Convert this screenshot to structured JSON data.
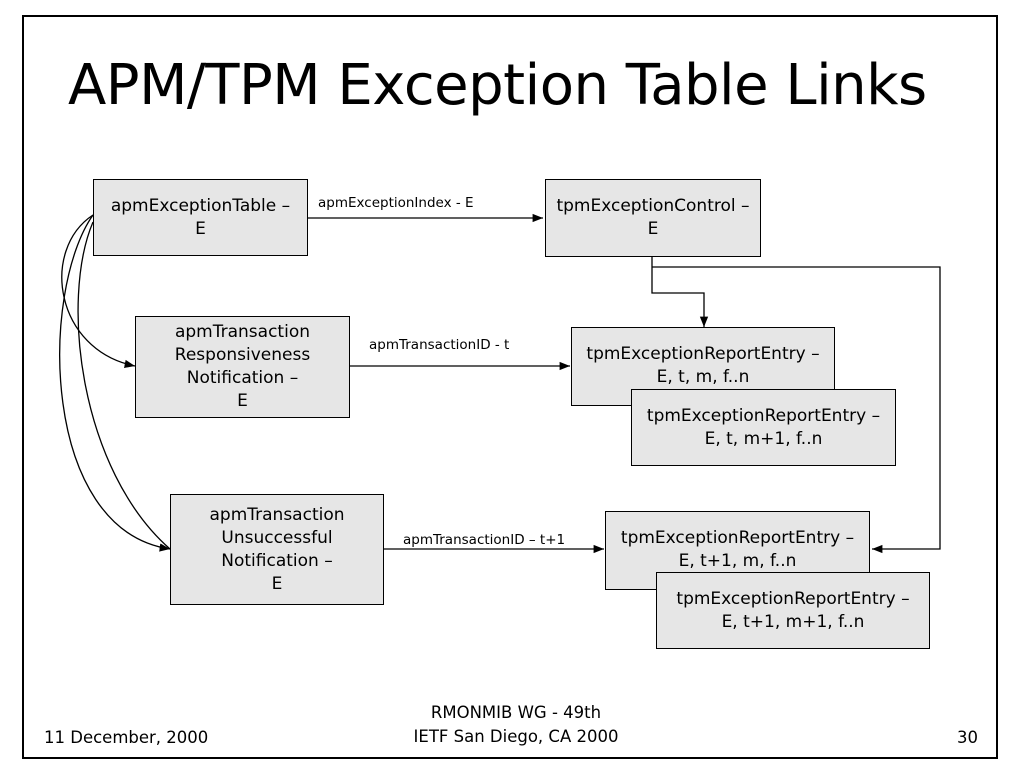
{
  "slide": {
    "title": "APM/TPM Exception Table Links",
    "footer_left": "11 December, 2000",
    "footer_center_line1": "RMONMIB WG - 49th",
    "footer_center_line2": "IETF San Diego, CA 2000",
    "page_number": "30"
  },
  "diagram": {
    "boxes": {
      "apm_exception_table": [
        "apmExceptionTable –",
        "E"
      ],
      "tpm_exception_control": [
        "tpmExceptionControl –",
        "E"
      ],
      "apm_responsiveness": [
        "apmTransaction",
        "Responsiveness",
        "Notification –",
        "E"
      ],
      "tpm_report_entry_1": [
        "tpmExceptionReportEntry –",
        "E, t, m, f..n"
      ],
      "tpm_report_entry_2": [
        "tpmExceptionReportEntry –",
        "E, t, m+1, f..n"
      ],
      "apm_unsuccessful": [
        "apmTransaction",
        "Unsuccessful",
        "Notification –",
        "E"
      ],
      "tpm_report_entry_3": [
        "tpmExceptionReportEntry –",
        "E, t+1, m, f..n"
      ],
      "tpm_report_entry_4": [
        "tpmExceptionReportEntry –",
        "E, t+1, m+1, f..n"
      ]
    },
    "edge_labels": {
      "exception_index": "apmExceptionIndex - E",
      "transaction_id_t": "apmTransactionID - t",
      "transaction_id_t1": "apmTransactionID – t+1"
    },
    "colors": {
      "box_fill": "#e6e6e6",
      "line": "#000000"
    }
  }
}
